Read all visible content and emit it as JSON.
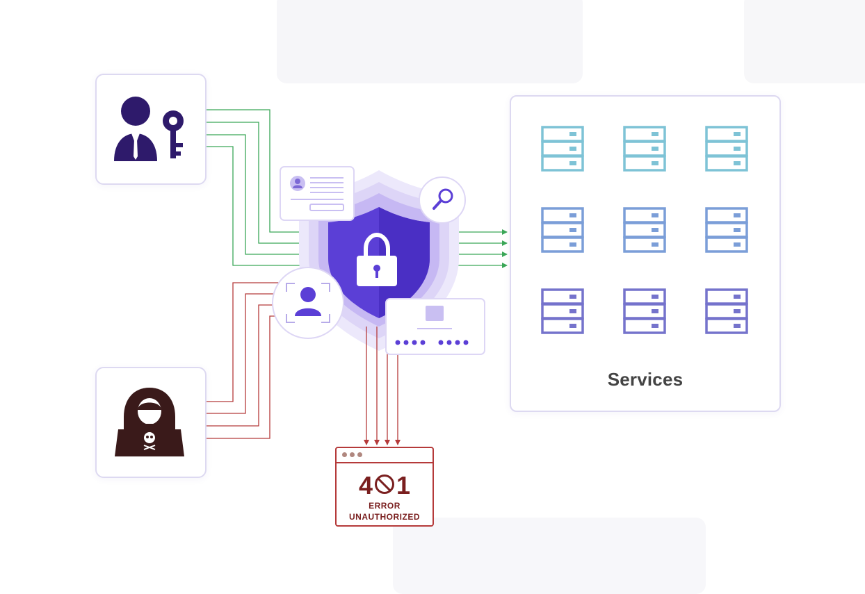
{
  "services": {
    "label": "Services"
  },
  "error": {
    "code_left": "4",
    "code_right": "1",
    "line1": "ERROR",
    "line2": "UNAUTHORIZED"
  },
  "icons": {
    "user": "user-with-key-icon",
    "attacker": "hooded-hacker-laptop-icon",
    "shield": "shield-lock-icon",
    "search": "magnifier-icon",
    "id_card": "id-card-icon",
    "face_scan": "face-scan-icon",
    "password_card": "password-card-icon",
    "server": "server-rack-icon"
  },
  "colors": {
    "accent": "#5b3fd6",
    "dark_purple": "#2e1a6b",
    "allowed_line": "#3aa657",
    "denied_line": "#b53a3a",
    "server_teal": "#7ec3d6",
    "server_blue": "#7b9ed8",
    "server_violet": "#7573cc",
    "hacker": "#3a1a1a"
  }
}
